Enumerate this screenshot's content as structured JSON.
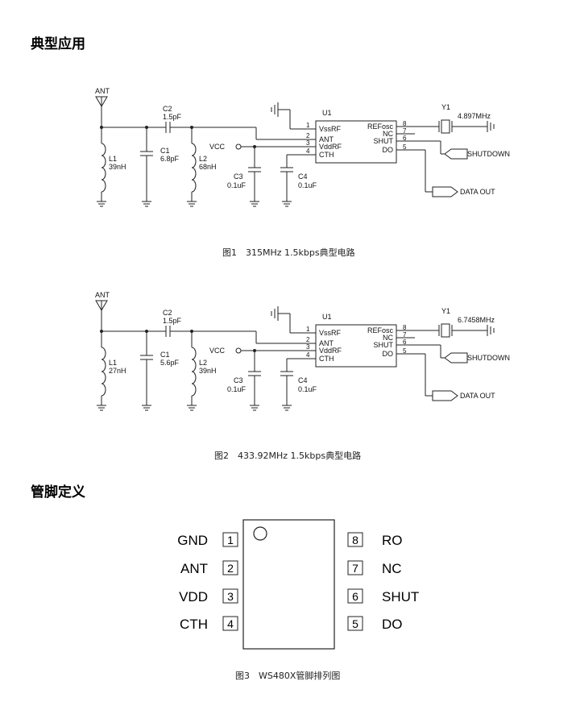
{
  "section1": {
    "title": "典型应用"
  },
  "section2": {
    "title": "管脚定义"
  },
  "circuit1": {
    "caption": "图1　315MHz 1.5kbps典型电路",
    "ant": "ANT",
    "c2": "C2",
    "c2_val": "1.5pF",
    "c1": "C1",
    "c1_val": "6.8pF",
    "l1": "L1",
    "l1_val": "39nH",
    "l2": "L2",
    "l2_val": "68nH",
    "c3": "C3",
    "c3_val": "0.1uF",
    "c4": "C4",
    "c4_val": "0.1uF",
    "vcc": "VCC",
    "u1": "U1",
    "y1": "Y1",
    "y1_val": "4.897MHz",
    "pins_left": [
      "VssRF",
      "ANT",
      "VddRF",
      "CTH"
    ],
    "pins_left_nums": [
      "1",
      "2",
      "3",
      "4"
    ],
    "pins_right": [
      "REFosc",
      "NC",
      "SHUT",
      "DO"
    ],
    "pins_right_nums": [
      "8",
      "7",
      "6",
      "5"
    ],
    "shutdown": "SHUTDOWN",
    "dataout": "DATA OUT"
  },
  "circuit2": {
    "caption": "图2　433.92MHz 1.5kbps典型电路",
    "ant": "ANT",
    "c2": "C2",
    "c2_val": "1.5pF",
    "c1": "C1",
    "c1_val": "5.6pF",
    "l1": "L1",
    "l1_val": "27nH",
    "l2": "L2",
    "l2_val": "39nH",
    "c3": "C3",
    "c3_val": "0.1uF",
    "c4": "C4",
    "c4_val": "0.1uF",
    "vcc": "VCC",
    "u1": "U1",
    "y1": "Y1",
    "y1_val": "6.7458MHz",
    "pins_left": [
      "VssRF",
      "ANT",
      "VddRF",
      "CTH"
    ],
    "pins_left_nums": [
      "1",
      "2",
      "3",
      "4"
    ],
    "pins_right": [
      "REFosc",
      "NC",
      "SHUT",
      "DO"
    ],
    "pins_right_nums": [
      "8",
      "7",
      "6",
      "5"
    ],
    "shutdown": "SHUTDOWN",
    "dataout": "DATA OUT"
  },
  "pinout": {
    "caption": "图3　WS480X管脚排列图",
    "left": [
      {
        "num": "1",
        "name": "GND"
      },
      {
        "num": "2",
        "name": "ANT"
      },
      {
        "num": "3",
        "name": "VDD"
      },
      {
        "num": "4",
        "name": "CTH"
      }
    ],
    "right": [
      {
        "num": "8",
        "name": "RO"
      },
      {
        "num": "7",
        "name": "NC"
      },
      {
        "num": "6",
        "name": "SHUT"
      },
      {
        "num": "5",
        "name": "DO"
      }
    ]
  }
}
